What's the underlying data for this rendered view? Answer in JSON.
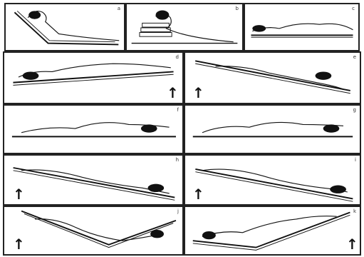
{
  "figure": {
    "panels": [
      {
        "id": "a",
        "label": "a",
        "arrow": false
      },
      {
        "id": "b",
        "label": "b",
        "arrow": false
      },
      {
        "id": "c",
        "label": "c",
        "arrow": false
      },
      {
        "id": "d",
        "label": "d",
        "arrow": true
      },
      {
        "id": "e",
        "label": "e",
        "arrow": true
      },
      {
        "id": "f",
        "label": "f",
        "arrow": false
      },
      {
        "id": "g",
        "label": "g",
        "arrow": false
      },
      {
        "id": "h",
        "label": "h",
        "arrow": true
      },
      {
        "id": "i",
        "label": "i",
        "arrow": true
      },
      {
        "id": "j",
        "label": "j",
        "arrow": true
      },
      {
        "id": "k",
        "label": "k",
        "arrow": true
      }
    ],
    "arrow_glyph": "↑"
  }
}
